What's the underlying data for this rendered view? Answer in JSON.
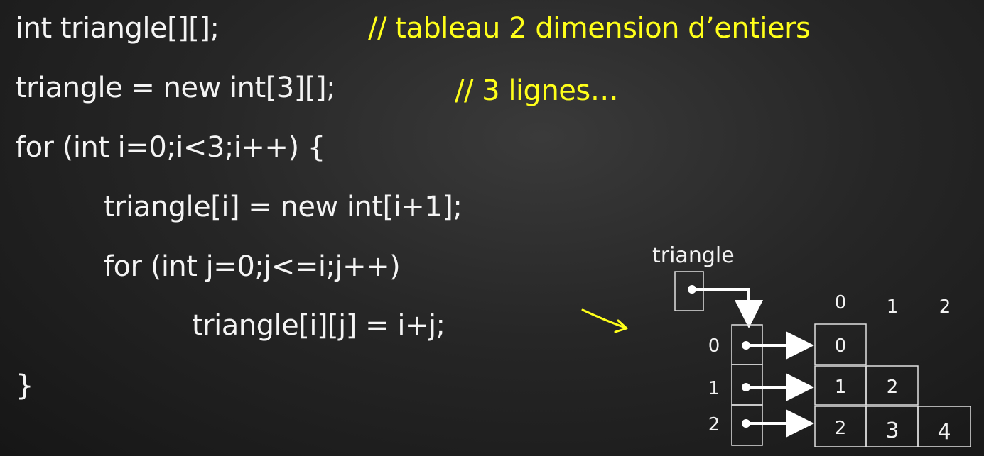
{
  "code": {
    "line1": "int triangle[][];",
    "comment1": "// tableau 2 dimension d’entiers",
    "line2": "triangle = new int[3][];",
    "comment2": "// 3 lignes…",
    "line3": "for (int i=0;i<3;i++) {",
    "line4": "triangle[i] = new int[i+1];",
    "line5": "for (int j=0;j<=i;j++)",
    "line6": "triangle[i][j] = i+j;",
    "line7": "}"
  },
  "diagram": {
    "variable_label": "triangle",
    "row_indices": [
      "0",
      "1",
      "2"
    ],
    "column_indices": [
      "0",
      "1",
      "2"
    ],
    "rows": [
      [
        "0"
      ],
      [
        "1",
        "2"
      ],
      [
        "2",
        "3",
        "4"
      ]
    ]
  },
  "colors": {
    "code_text": "#f4f4f4",
    "comment_text": "#ffff1a",
    "arrow_yellow": "#ffff1a",
    "diagram_lines": "#ffffff"
  }
}
